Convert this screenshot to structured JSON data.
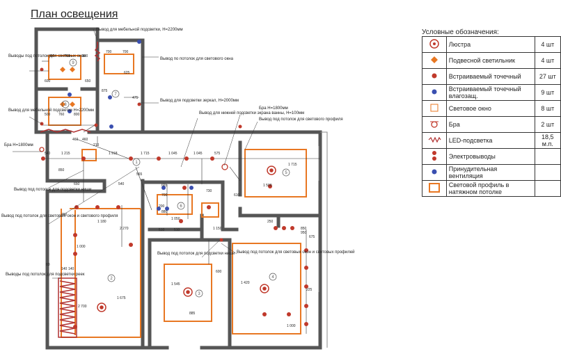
{
  "title": "План освещения",
  "legend": {
    "title": "Условные обозначения:",
    "rows": [
      {
        "icon": "chandelier-icon",
        "name": "Люстра",
        "qty": "4 шт"
      },
      {
        "icon": "pendant-light-icon",
        "name": "Подвесной светильник",
        "qty": "4 шт"
      },
      {
        "icon": "recessed-spot-icon",
        "name": "Встраиваемый точечный",
        "qty": "27 шт"
      },
      {
        "icon": "waterproof-spot-icon",
        "name": "Встраиваемый точечный влагозащ.",
        "qty": "9 шт"
      },
      {
        "icon": "light-window-icon",
        "name": "Световое окно",
        "qty": "8 шт"
      },
      {
        "icon": "sconce-icon",
        "name": "Бра",
        "qty": "2 шт"
      },
      {
        "icon": "led-strip-icon",
        "name": "LED-подсветка",
        "qty": "18,5 м.п."
      },
      {
        "icon": "power-outlet-icon",
        "name": "Электровыводы",
        "qty": ""
      },
      {
        "icon": "ventilation-icon",
        "name": "Принудительная вентиляция",
        "qty": ""
      },
      {
        "icon": "light-profile-icon",
        "name": "Световой профиль в натяжном потолке",
        "qty": ""
      }
    ]
  },
  "colors": {
    "wall": "#555555",
    "orange": "#e87722",
    "red": "#c0392b",
    "blue": "#3a4fb0",
    "led": "#b03030"
  },
  "annotations": [
    "Вывод для мебельной подсветки, H=2200мм",
    "Вывод по потолок для светового окна",
    "Выводы под потолок для световых окон",
    "Вывод для мебельной подсветки H=2200мм",
    "Вывод для подсветки зеркал, H=2000мм",
    "Вывод для нижней подсветки экрана ванны, H=100мм",
    "Бра H=1800мм",
    "Вывод под потолок для светового профиля",
    "Бра H=1800мм",
    "Вывод под потолок для подсветки ниши",
    "Вывод под потолок для световых окон и светового профиля",
    "Вывод под потолок для подсветки ниши",
    "Вывод под потолок для световых окон и световых профилей",
    "Выводы под потолок для подсветки реек"
  ],
  "room_numbers": [
    "9",
    "8",
    "7",
    "1",
    "5",
    "6",
    "2",
    "3",
    "4"
  ],
  "dimensions": [
    "540",
    "1 215",
    "1 918",
    "1 715",
    "1 045",
    "1 045",
    "575",
    "1 715",
    "850",
    "2 270",
    "1 675",
    "1 545",
    "1 420",
    "1 150",
    "2 700",
    "885",
    "600",
    "450",
    "650",
    "540",
    "210",
    "460",
    "460",
    "700",
    "700",
    "625",
    "875",
    "475",
    "665",
    "510",
    "510",
    "1 050",
    "880",
    "200",
    "700",
    "730",
    "610",
    "1 500",
    "250",
    "850",
    "675",
    "225",
    "1 000",
    "80",
    "140",
    "140",
    "1 000",
    "1 180",
    "565",
    "950",
    "800",
    "760",
    "800",
    "500",
    "760",
    "800",
    "600",
    "650"
  ]
}
